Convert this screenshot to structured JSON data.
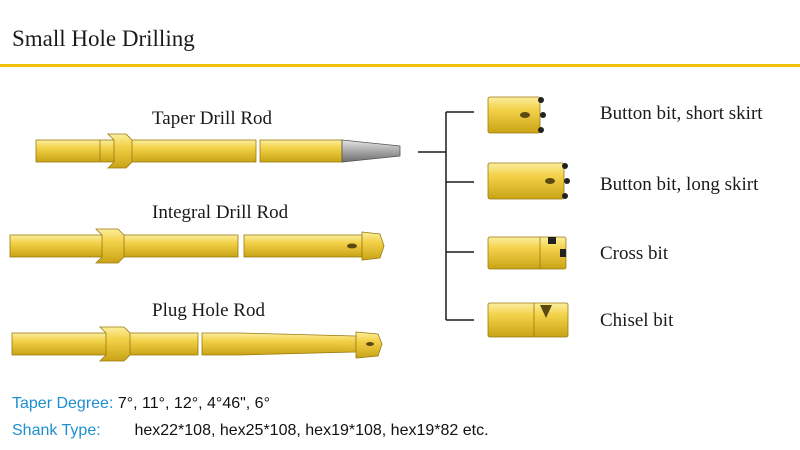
{
  "header": {
    "title": "Small Hole Drilling"
  },
  "rods": [
    {
      "label": "Taper Drill Rod"
    },
    {
      "label": "Integral Drill Rod"
    },
    {
      "label": "Plug Hole Rod"
    }
  ],
  "bits": [
    {
      "label": "Button bit, short skirt"
    },
    {
      "label": "Button bit, long skirt"
    },
    {
      "label": "Cross bit"
    },
    {
      "label": "Chisel bit"
    }
  ],
  "specs": {
    "taper_key": "Taper Degree:",
    "taper_value": "7°, 11°, 12°,  4°46\", 6°",
    "shank_key": "Shank Type:",
    "shank_value": "hex22*108, hex25*108, hex19*108, hex19*82 etc."
  },
  "colors": {
    "rod_gold": "#f3d24a",
    "rule_yellow": "#f2c200",
    "spec_blue": "#1e8fd0"
  }
}
